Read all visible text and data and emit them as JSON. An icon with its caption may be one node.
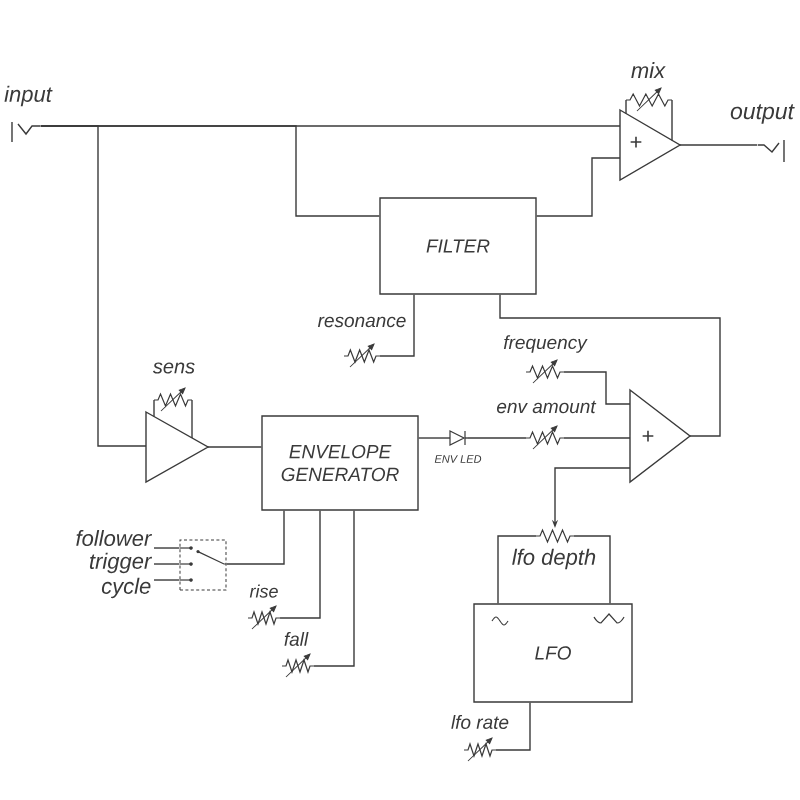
{
  "diagram": {
    "nodes": [
      {
        "text": [
          "input"
        ]
      },
      {
        "text": [
          "mix"
        ]
      },
      {
        "text": [
          "+"
        ]
      },
      {
        "text": [
          "output"
        ]
      },
      {
        "text": [
          "FILTER"
        ]
      },
      {
        "text": [
          "resonance"
        ]
      },
      {
        "text": [
          "frequency"
        ]
      },
      {
        "text": [
          "sens"
        ]
      },
      {
        "text": [],
        "shape": "triangle"
      },
      {
        "text": [
          "ENVELOPE GENERATOR"
        ]
      },
      {
        "text": [
          "ENV LED"
        ]
      },
      {
        "text": [
          "env amount"
        ]
      },
      {
        "text": [
          "+"
        ]
      },
      {
        "text": [
          "lfo depth"
        ]
      },
      {
        "text": [
          "follower"
        ]
      },
      {
        "text": [
          "trigger"
        ]
      },
      {
        "text": [
          "cycle"
        ]
      },
      {
        "text": [],
        "shape": "switch"
      },
      {
        "text": [
          "rise"
        ]
      },
      {
        "text": [
          "fall"
        ]
      },
      {
        "text": [
          "LFO"
        ]
      },
      {
        "text": [
          "lfo rate"
        ]
      }
    ],
    "edges": [
      {
        "from": 0,
        "to": 2,
        "arrow": "none"
      },
      {
        "from": 0,
        "to": 4,
        "arrow": "none"
      },
      {
        "from": 0,
        "to": 8,
        "arrow": "none"
      },
      {
        "from": 1,
        "to": 2,
        "arrow": "none"
      },
      {
        "from": 1,
        "to": 2,
        "arrow": "none"
      },
      {
        "from": 2,
        "to": 3,
        "arrow": "none"
      },
      {
        "from": 4,
        "to": 2,
        "arrow": "none"
      },
      {
        "from": 5,
        "to": 4,
        "arrow": "none"
      },
      {
        "from": 12,
        "to": 4,
        "arrow": "none"
      },
      {
        "from": 6,
        "to": 12,
        "arrow": "none"
      },
      {
        "from": 7,
        "to": 8,
        "arrow": "none"
      },
      {
        "from": 7,
        "to": 8,
        "arrow": "none"
      },
      {
        "from": 8,
        "to": 9,
        "arrow": "none"
      },
      {
        "from": 9,
        "to": 10,
        "arrow": "none"
      },
      {
        "from": 10,
        "to": 11,
        "arrow": "none"
      },
      {
        "from": 11,
        "to": 12,
        "arrow": "none"
      },
      {
        "from": 12,
        "to": 13,
        "arrow": "to"
      },
      {
        "from": 13,
        "to": 20,
        "arrow": "none"
      },
      {
        "from": 13,
        "to": 20,
        "arrow": "none"
      },
      {
        "from": 14,
        "to": 17,
        "arrow": "none"
      },
      {
        "from": 15,
        "to": 17,
        "arrow": "none"
      },
      {
        "from": 16,
        "to": 17,
        "arrow": "none"
      },
      {
        "from": 17,
        "to": 9,
        "arrow": "none"
      },
      {
        "from": 18,
        "to": 9,
        "arrow": "none"
      },
      {
        "from": 19,
        "to": 9,
        "arrow": "none"
      },
      {
        "from": 21,
        "to": 20,
        "arrow": "none"
      }
    ]
  }
}
